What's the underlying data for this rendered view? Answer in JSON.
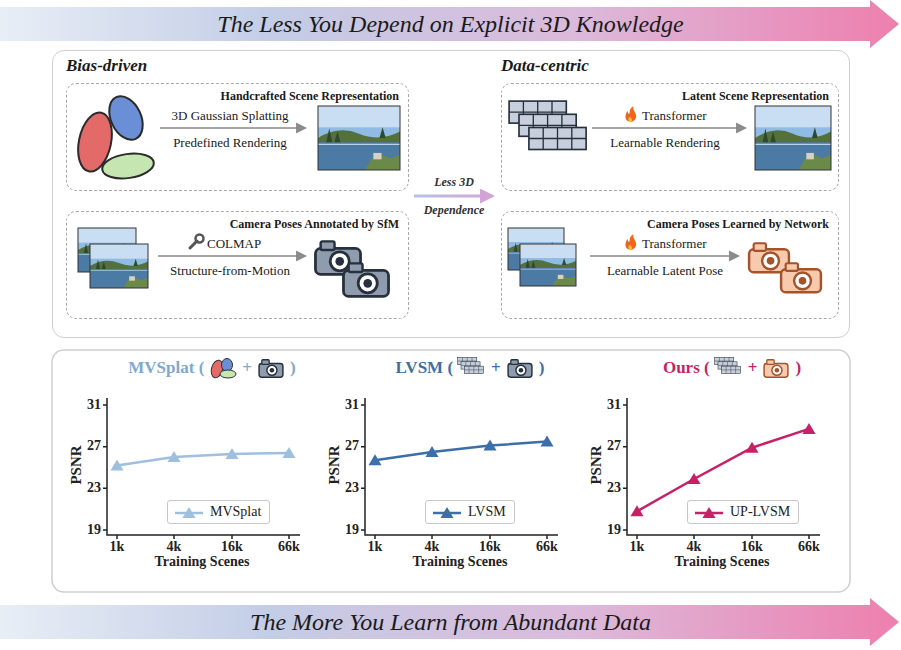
{
  "diagram": {
    "nodes": [
      {
        "text": [
          "The Less You Depend on Explicit 3D Knowledge"
        ]
      },
      {
        "text": [
          "Bias-driven",
          "Data-centric"
        ]
      },
      {
        "text": [
          "Handcrafted Scene Representation",
          "3D Gaussian Splatting",
          "Predefined Rendering"
        ],
        "in": 1
      },
      {
        "text": [
          "Camera Poses Annotated by SfM",
          "COLMAP",
          "Structure-from-Motion"
        ],
        "in": 1
      },
      {
        "text": [
          "Latent Scene Representation",
          "Transformer",
          "Learnable Rendering"
        ],
        "in": 1
      },
      {
        "text": [
          "Camera Poses Learned by Network",
          "Transformer",
          "Learnable Latent Pose"
        ],
        "in": 1
      },
      {
        "text": [
          "The More You Learn from Abundant Data"
        ]
      }
    ],
    "labels": [
      "Less 3D Dependence",
      "MVSplat (",
      "+",
      ")",
      "31",
      "27",
      "23",
      "19",
      "1k",
      "4k",
      "16k",
      "66k",
      "PSNR",
      "Training Scenes",
      "LVSM (",
      "+",
      ")",
      "31",
      "27",
      "23",
      "19",
      "1k",
      "4k",
      "16k",
      "66k",
      "PSNR",
      "Training Scenes",
      "Ours (",
      "+",
      ")",
      "31",
      "27",
      "23",
      "19",
      "1k",
      "4k",
      "16k",
      "66k",
      "PSNR",
      "Training Scenes"
    ],
    "legend": [
      {
        "text": "MVSplat"
      },
      {
        "text": "LVSM"
      },
      {
        "text": "UP-LVSM"
      }
    ]
  }
}
